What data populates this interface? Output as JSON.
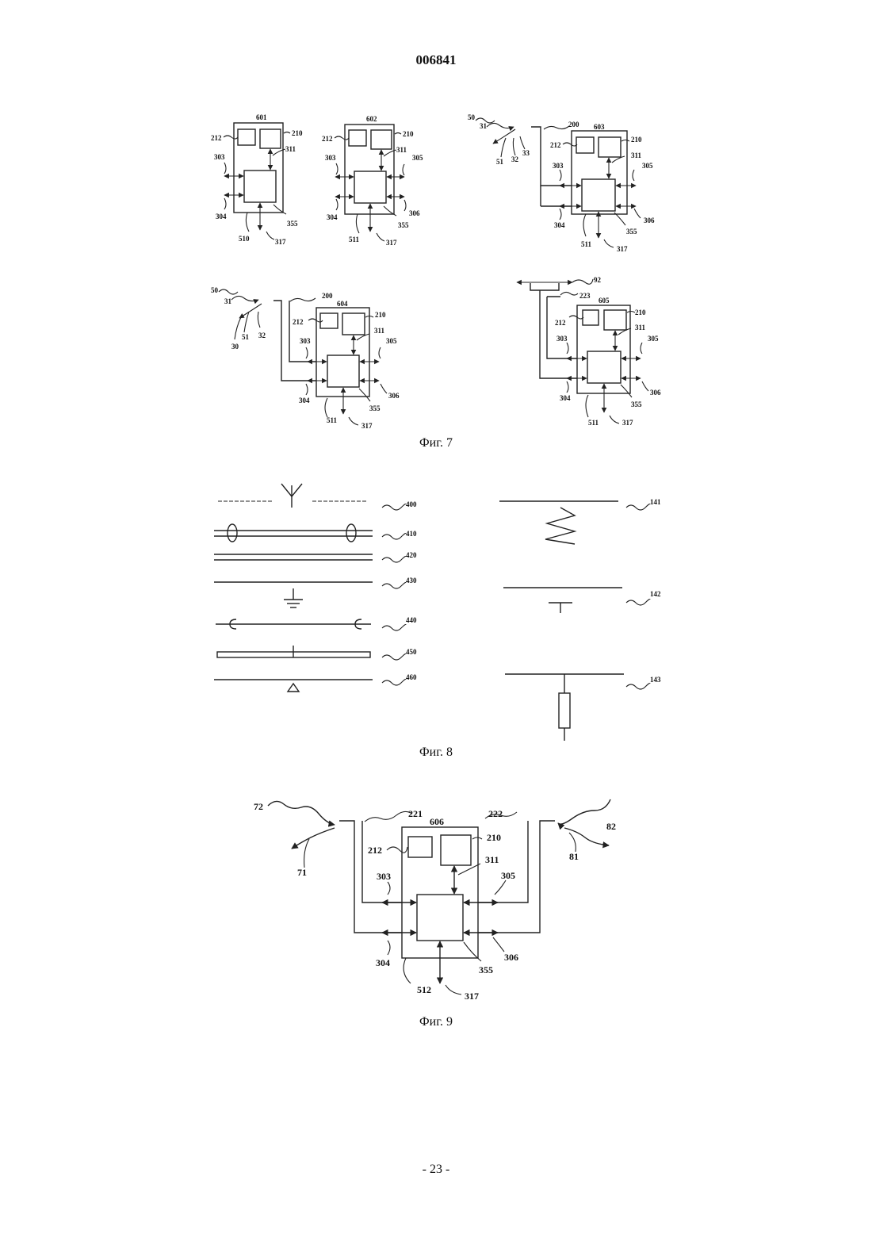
{
  "document": {
    "number": "006841",
    "page_number": "- 23 -"
  },
  "fig7": {
    "caption": "Фиг. 7",
    "units": [
      {
        "id": "601",
        "outer": "510",
        "labels": {
          "l212": "212",
          "l210": "210",
          "l311": "311",
          "l303": "303",
          "l304": "304",
          "l355": "355",
          "l317": "317"
        }
      },
      {
        "id": "602",
        "outer": "511",
        "labels": {
          "l212": "212",
          "l210": "210",
          "l311": "311",
          "l303": "303",
          "l305": "305",
          "l304": "304",
          "l306": "306",
          "l355": "355",
          "l317": "317"
        }
      },
      {
        "id": "603",
        "outer": "511",
        "extra": {
          "l50": "50",
          "l31": "31",
          "l51": "51",
          "l32": "32",
          "l33": "33",
          "l200": "200"
        },
        "labels": {
          "l212": "212",
          "l210": "210",
          "l311": "311",
          "l303": "303",
          "l305": "305",
          "l304": "304",
          "l306": "306",
          "l355": "355",
          "l317": "317"
        }
      },
      {
        "id": "604",
        "outer": "511",
        "extra": {
          "l50": "50",
          "l31": "31",
          "l30": "30",
          "l51": "51",
          "l32": "32",
          "l200": "200"
        },
        "labels": {
          "l212": "212",
          "l210": "210",
          "l311": "311",
          "l303": "303",
          "l305": "305",
          "l304": "304",
          "l306": "306",
          "l355": "355",
          "l317": "317"
        }
      },
      {
        "id": "605",
        "outer": "511",
        "extra": {
          "l92": "92",
          "l223": "223"
        },
        "labels": {
          "l212": "212",
          "l210": "210",
          "l311": "311",
          "l303": "303",
          "l305": "305",
          "l304": "304",
          "l306": "306",
          "l355": "355",
          "l317": "317"
        }
      }
    ]
  },
  "fig8": {
    "caption": "Фиг. 8",
    "left_symbols": [
      "400",
      "410",
      "420",
      "430",
      "440",
      "450",
      "460"
    ],
    "right_symbols": [
      "141",
      "142",
      "143"
    ]
  },
  "fig9": {
    "caption": "Фиг. 9",
    "labels": {
      "l72": "72",
      "l71": "71",
      "l221": "221",
      "l606": "606",
      "l222": "222",
      "l82": "82",
      "l81": "81",
      "l212": "212",
      "l210": "210",
      "l311": "311",
      "l303": "303",
      "l305": "305",
      "l304": "304",
      "l306": "306",
      "l355": "355",
      "l512": "512",
      "l317": "317"
    }
  }
}
